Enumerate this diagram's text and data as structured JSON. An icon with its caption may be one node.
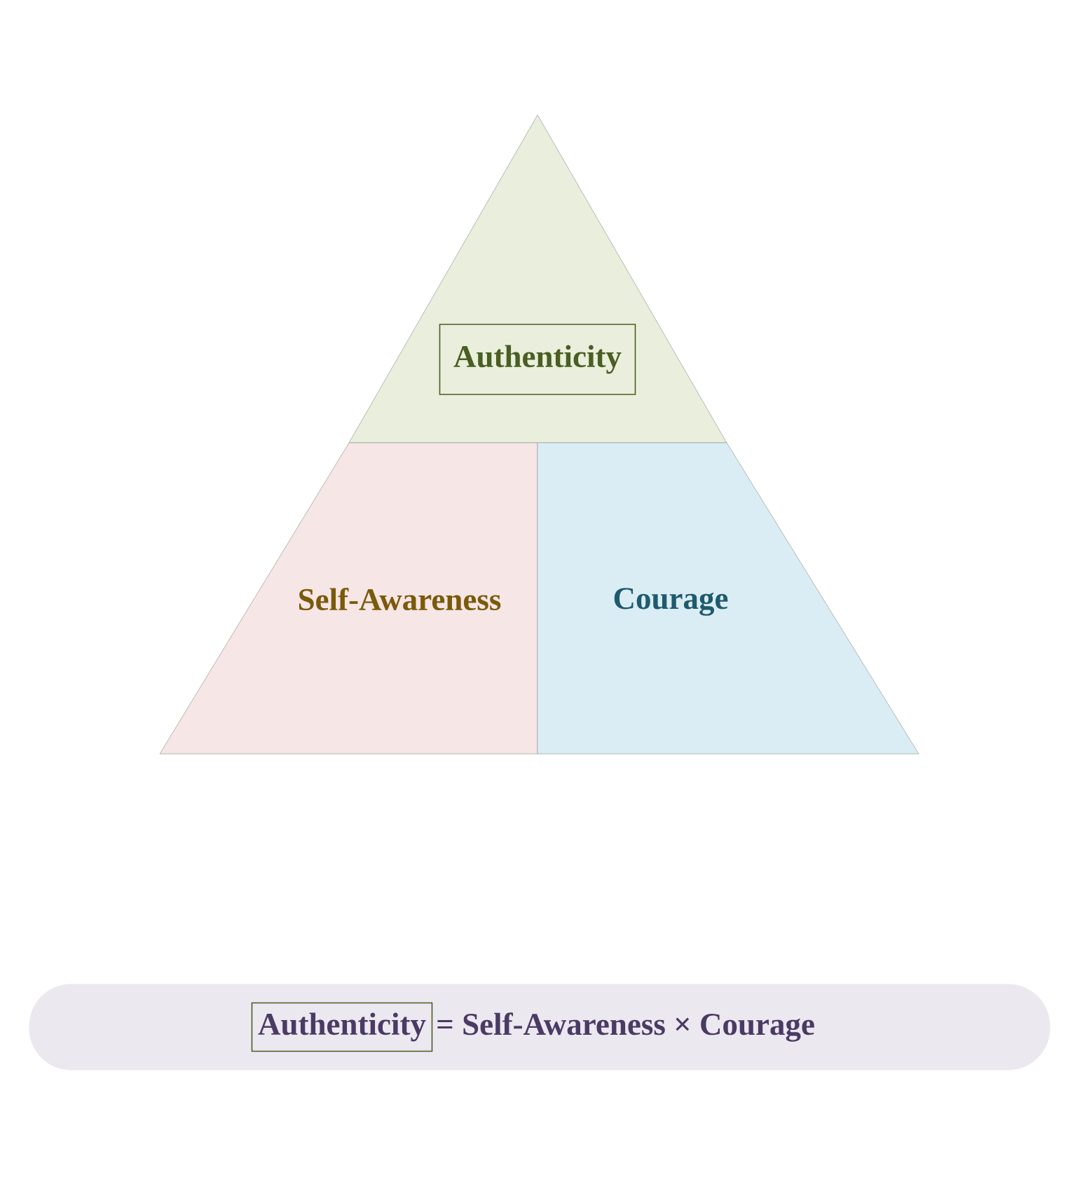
{
  "diagram": {
    "nodes": [
      {
        "text": [],
        "shape": "triangle"
      },
      {
        "text": [
          "Authenticity"
        ],
        "in": 0
      },
      {
        "text": [
          "Self-Awareness"
        ]
      },
      {
        "text": [
          "Courage"
        ]
      },
      {
        "text": [
          "= Self-Awareness × Courage"
        ]
      },
      {
        "text": [
          "Authenticity"
        ],
        "in": 4
      }
    ],
    "edges": []
  }
}
